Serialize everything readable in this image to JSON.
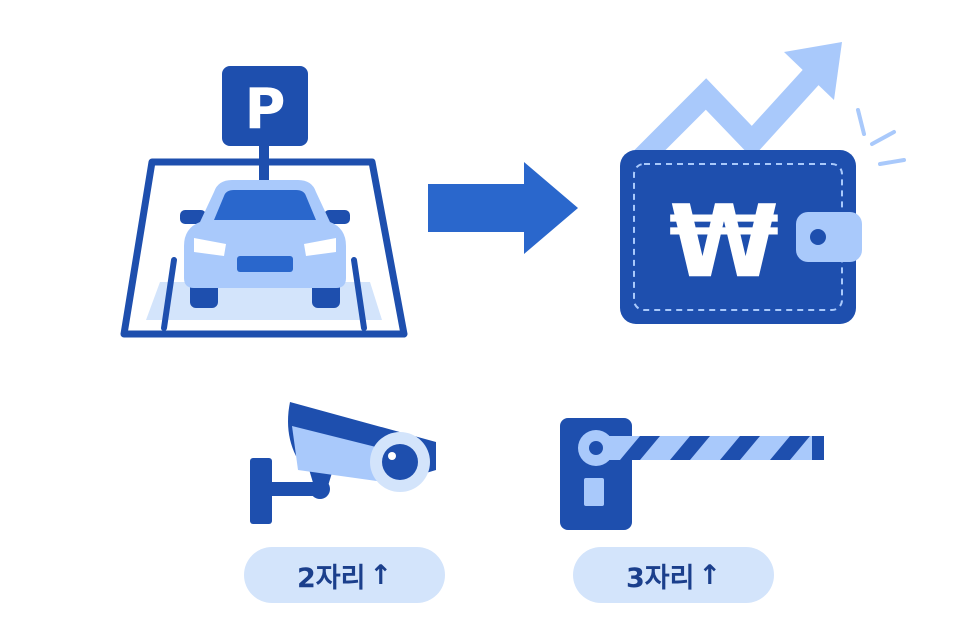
{
  "parking_sign": {
    "letter": "P"
  },
  "wallet": {
    "currency_symbol": "₩"
  },
  "badges": [
    {
      "text": "2자리",
      "arrow": "↑"
    },
    {
      "text": "3자리",
      "arrow": "↑"
    }
  ],
  "colors": {
    "dark_blue": "#1e4fae",
    "mid_blue": "#2a67cc",
    "light_blue": "#a9c9fb",
    "pale_blue": "#d3e4fb",
    "badge_text": "#1b3f8c"
  },
  "icons": [
    "parking-sign-icon",
    "car-icon",
    "right-arrow-icon",
    "wallet-icon",
    "trend-up-arrow-icon",
    "cctv-camera-icon",
    "boom-barrier-icon",
    "up-arrow-icon"
  ]
}
